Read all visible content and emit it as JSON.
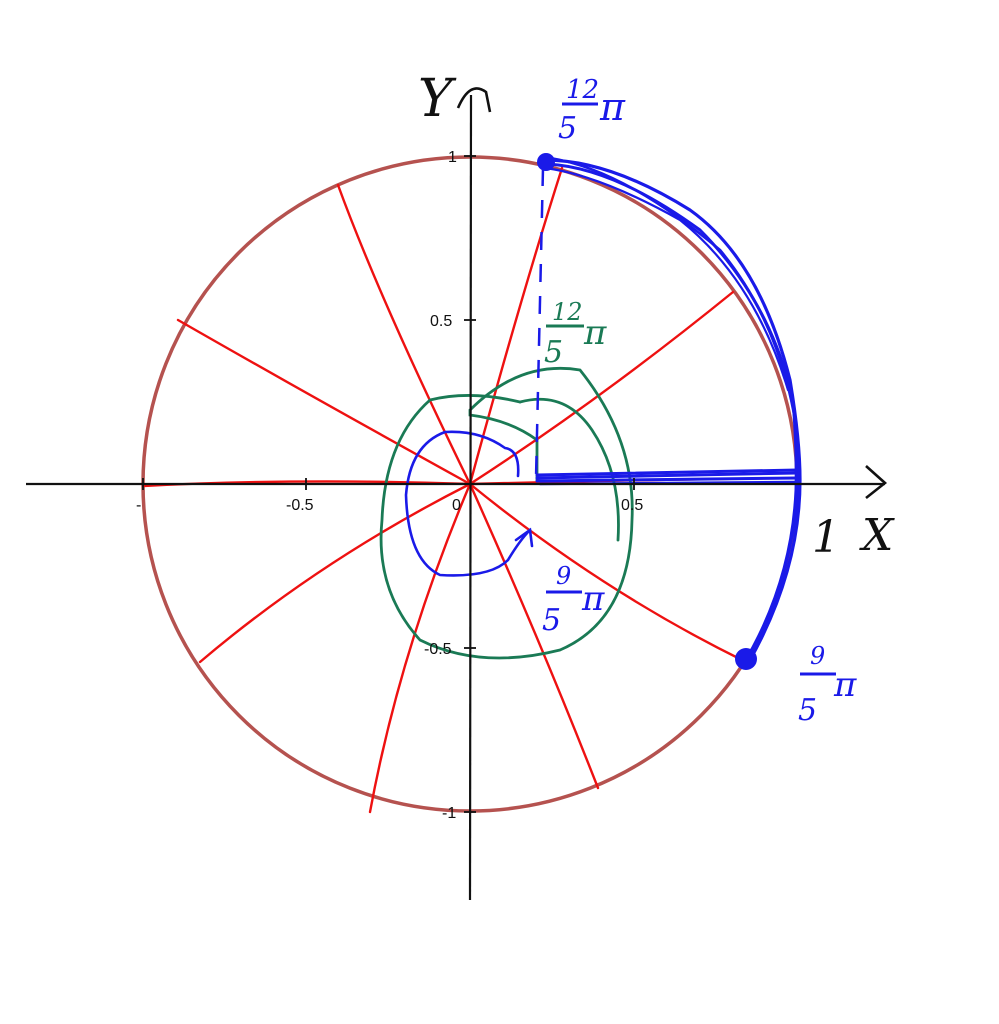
{
  "axes": {
    "x_label": "X",
    "y_label": "Y",
    "x_unit_mark": "1",
    "x_ticks": [
      {
        "value": -1,
        "label": "-"
      },
      {
        "value": -0.5,
        "label": "-0.5"
      },
      {
        "value": 0,
        "label": "0"
      },
      {
        "value": 0.5,
        "label": "0.5"
      }
    ],
    "y_ticks": [
      {
        "value": 1,
        "label": "1"
      },
      {
        "value": 0.5,
        "label": "0.5"
      },
      {
        "value": -0.5,
        "label": "-0.5"
      },
      {
        "value": -1,
        "label": "-1"
      }
    ],
    "range": [
      -1.2,
      1.2
    ]
  },
  "colors": {
    "axis": "#111111",
    "unit_circle": "#b5524f",
    "radial": "#ee1111",
    "green": "#1a7a55",
    "blue": "#1a1ae8"
  },
  "annotations": {
    "top": {
      "num": "12",
      "den": "5",
      "pi": "π"
    },
    "green": {
      "num": "12",
      "den": "5",
      "pi": "π"
    },
    "inner": {
      "num": "9",
      "den": "5",
      "pi": "π"
    },
    "bottom": {
      "num": "9",
      "den": "5",
      "pi": "π"
    }
  },
  "radial_angles_deg": [
    0,
    36,
    72,
    108,
    144,
    180,
    216,
    252,
    288,
    324
  ],
  "spiral": {
    "green_start_angle": "12/5 π",
    "blue_start_angle": "9/5 π"
  }
}
